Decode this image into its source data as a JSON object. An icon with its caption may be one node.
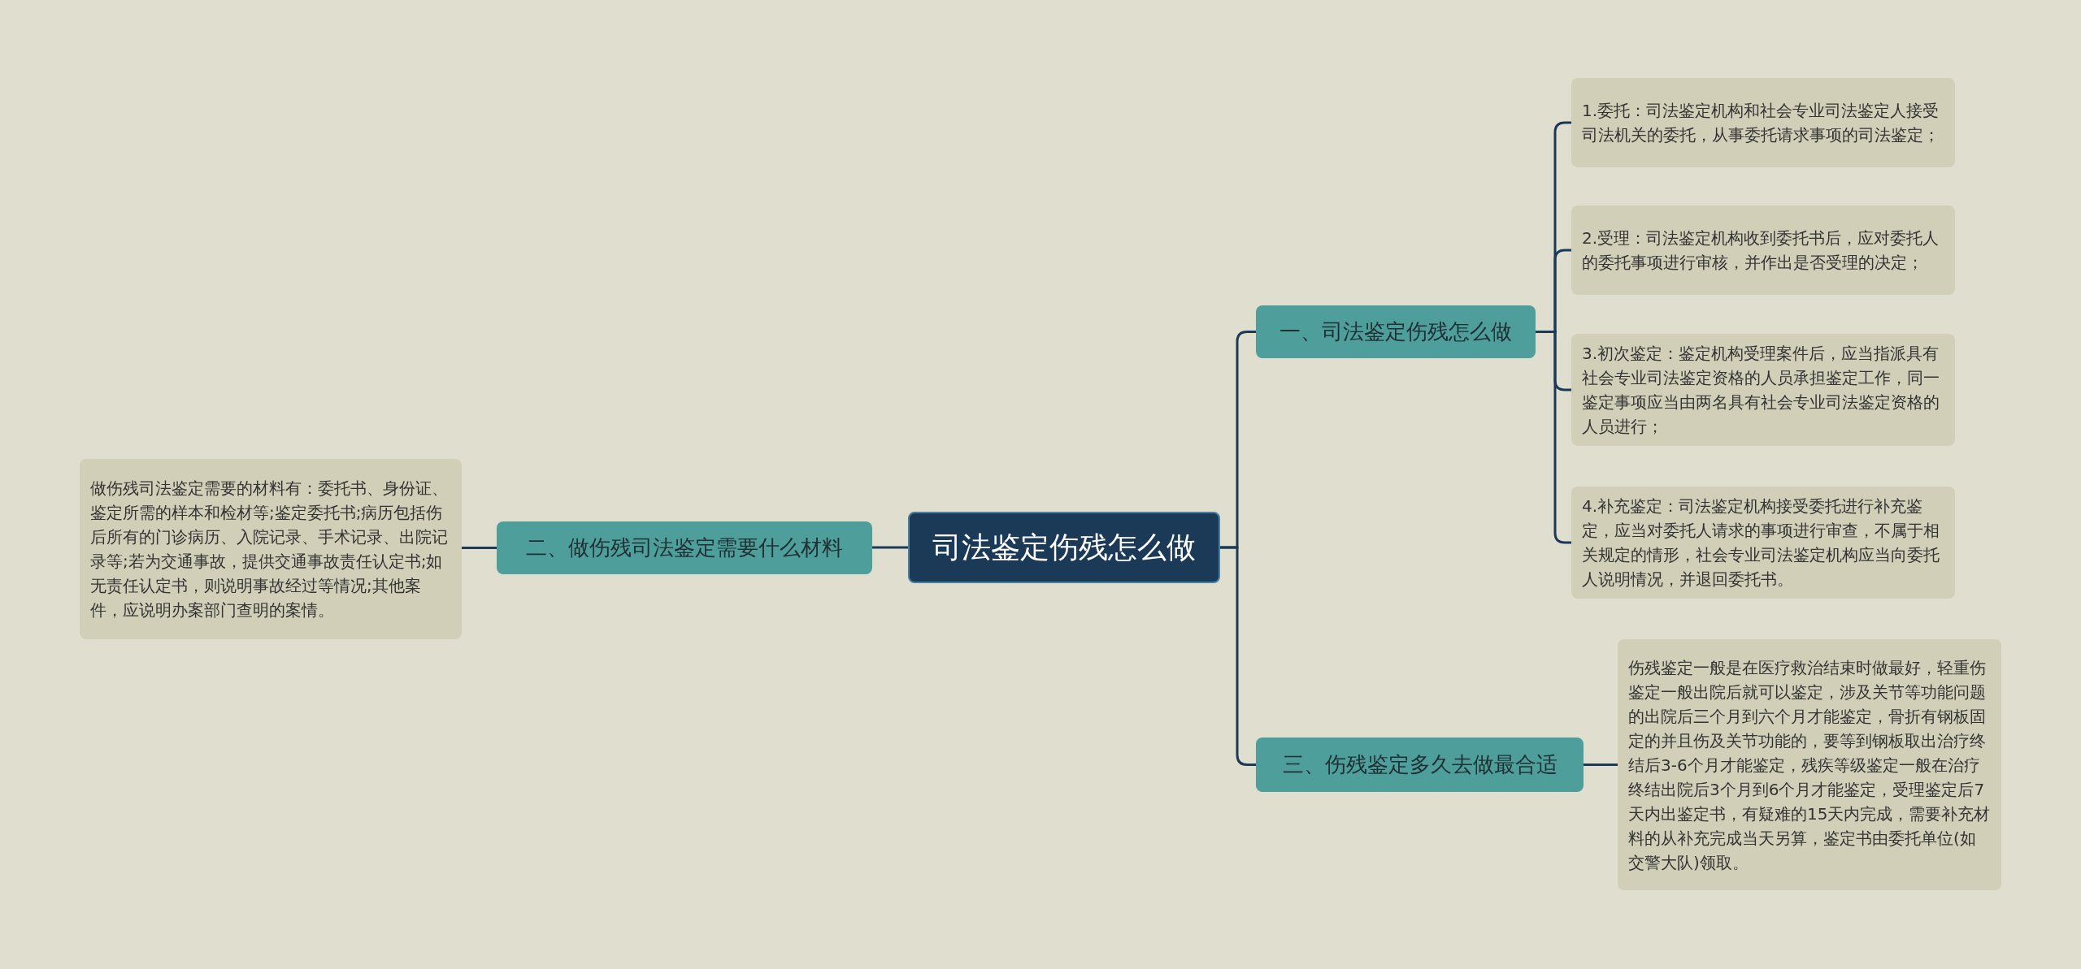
{
  "diagram": {
    "nodes": [
      {
        "text": [
          "司法鉴定伤残怎么做"
        ]
      },
      {
        "text": [
          "一、司法鉴定伤残怎么做"
        ]
      },
      {
        "text": [
          "1.委托：司法鉴定机构和社会专业司法鉴定人接受司法机关的委托，从事委托请求事项的司法鉴定；"
        ]
      },
      {
        "text": [
          "2.受理：司法鉴定机构收到委托书后，应对委托人的委托事项进行审核，并作出是否受理的决定；"
        ]
      },
      {
        "text": [
          "3.初次鉴定：鉴定机构受理案件后，应当指派具有社会专业司法鉴定资格的人员承担鉴定工作，同一鉴定事项应当由两名具有社会专业司法鉴定资格的人员进行；"
        ]
      },
      {
        "text": [
          "4.补充鉴定：司法鉴定机构接受委托进行补充鉴定，应当对委托人请求的事项进行审查，不属于相关规定的情形，社会专业司法鉴定机构应当向委托人说明情况，并退回委托书。"
        ]
      },
      {
        "text": [
          "二、做伤残司法鉴定需要什么材料"
        ]
      },
      {
        "text": [
          "做伤残司法鉴定需要的材料有：委托书、身份证、鉴定所需的样本和检材等;鉴定委托书;病历包括伤后所有的门诊病历、入院记录、手术记录、出院记录等;若为交通事故，提供交通事故责任认定书;如无责任认定书，则说明事故经过等情况;其他案件，应说明办案部门查明的案情。"
        ]
      },
      {
        "text": [
          "三、伤残鉴定多久去做最合适"
        ]
      },
      {
        "text": [
          "伤残鉴定一般是在医疗救治结束时做最好，轻重伤鉴定一般出院后就可以鉴定，涉及关节等功能问题的出院后三个月到六个月才能鉴定，骨折有钢板固定的并且伤及关节功能的，要等到钢板取出治疗终结后3-6个月才能鉴定，残疾等级鉴定一般在治疗终结出院后3个月到6个月才能鉴定，受理鉴定后7天内出鉴定书，有疑难的15天内完成，需要补充材料的从补充完成当天另算，鉴定书由委托单位(如交警大队)领取。"
        ]
      }
    ],
    "edges": [
      {
        "from": 0,
        "to": 1,
        "arrow": "none"
      },
      {
        "from": 1,
        "to": 2,
        "arrow": "none"
      },
      {
        "from": 1,
        "to": 3,
        "arrow": "none"
      },
      {
        "from": 1,
        "to": 4,
        "arrow": "none"
      },
      {
        "from": 1,
        "to": 5,
        "arrow": "none"
      },
      {
        "from": 0,
        "to": 6,
        "arrow": "none"
      },
      {
        "from": 6,
        "to": 7,
        "arrow": "none"
      },
      {
        "from": 0,
        "to": 8,
        "arrow": "none"
      },
      {
        "from": 8,
        "to": 9,
        "arrow": "none"
      }
    ]
  }
}
